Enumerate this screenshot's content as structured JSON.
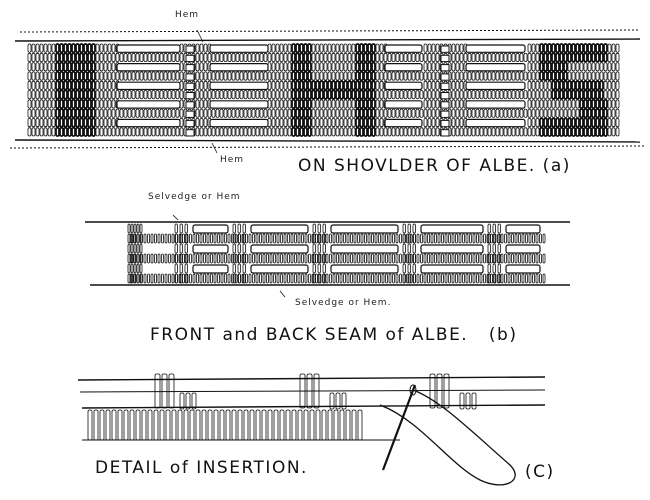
{
  "figure_a": {
    "hem_top": "Hem",
    "hem_bottom": "Hem",
    "caption": "ON SHOVLDER OF ALBE. (a)"
  },
  "figure_b": {
    "selvedge_top": "Selvedge or Hem",
    "selvedge_bottom": "Selvedge or Hem.",
    "caption": "FRONT and BACK SEAM of ALBE.   (b)"
  },
  "figure_c": {
    "caption": "DETAIL of INSERTION.",
    "label": "(C)"
  }
}
